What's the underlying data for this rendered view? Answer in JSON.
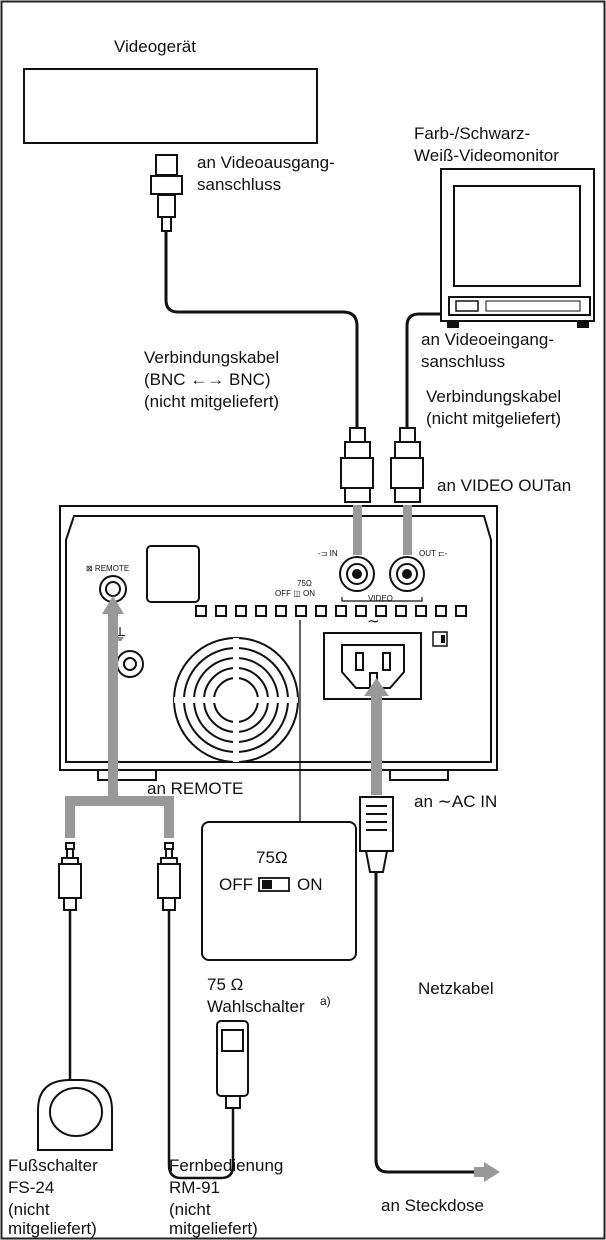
{
  "labels": {
    "video_device": "Videogerät",
    "to_video_output_1": "an Videoausgang-",
    "to_video_output_2": "sanschluss",
    "monitor_1": "Farb-/Schwarz-",
    "monitor_2": "Weiß-Videomonitor",
    "to_video_input_1": "an Videoeingang-",
    "to_video_input_2": "sanschluss",
    "cable_left_1": "Verbindungskabel",
    "cable_left_2": "(BNC ←→ BNC)",
    "cable_left_3": "(nicht mitgeliefert)",
    "cable_right_1": "Verbindungskabel",
    "cable_right_2": "(nicht mitgeliefert)",
    "to_video_out": "an VIDEO OUTan",
    "to_remote": "an REMOTE",
    "to_ac_in": "an ∼AC IN",
    "switch_ohm": "75Ω",
    "switch_off": "OFF",
    "switch_on": "ON",
    "selector_1": "75 Ω",
    "selector_2": "Wahlschalter",
    "selector_note": "a)",
    "power_cable": "Netzkabel",
    "to_outlet": "an Steckdose",
    "footswitch_1": "Fußschalter",
    "footswitch_2": "FS-24",
    "footswitch_3": "(nicht",
    "footswitch_4": "mitgeliefert)",
    "remote_1": "Fernbedienung",
    "remote_2": "RM-91",
    "remote_3": "(nicht",
    "remote_4": "mitgeliefert)"
  },
  "panel": {
    "remote": "⊠ REMOTE",
    "video_in": "-⊐ IN",
    "video_out": "OUT ⊏-",
    "video": "VIDEO",
    "ohm": "75Ω",
    "off_on": "OFF ◫ ON",
    "ac": "∼"
  }
}
